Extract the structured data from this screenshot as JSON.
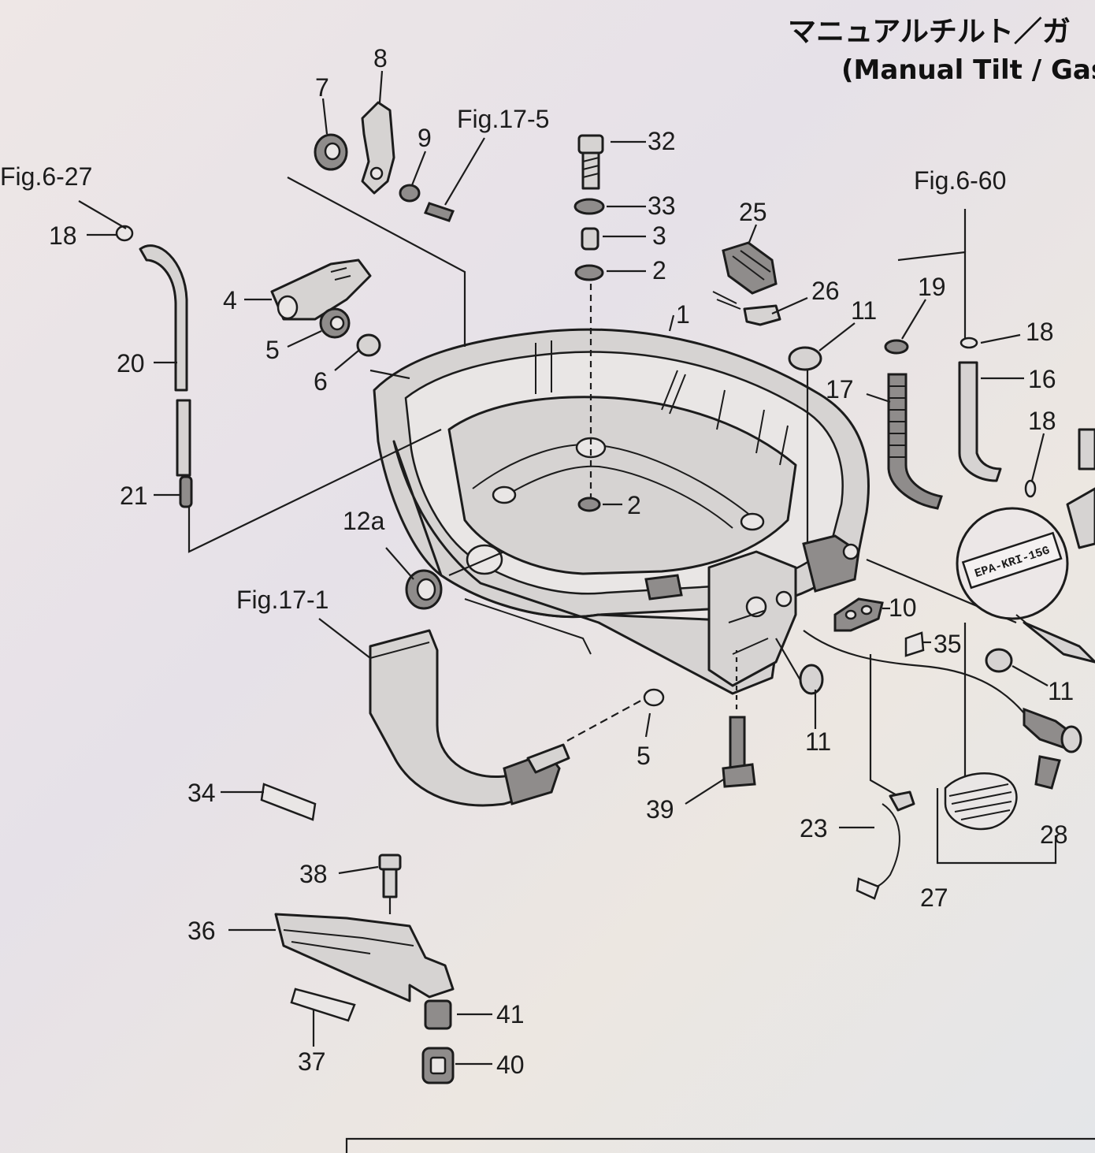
{
  "header": {
    "title_jp": "マニュアルチルト／ガ",
    "title_en": "(Manual Tilt / Gas"
  },
  "figure_refs": {
    "fig_17_5": "Fig.17-5",
    "fig_6_27": "Fig.6-27",
    "fig_6_60": "Fig.6-60",
    "fig_17_1": "Fig.17-1"
  },
  "emission_label": "EPA-KRI-15G",
  "callouts": {
    "c1": "1",
    "c2a": "2",
    "c2b": "2",
    "c3": "3",
    "c4": "4",
    "c5a": "5",
    "c5b": "5",
    "c6": "6",
    "c7": "7",
    "c8": "8",
    "c9": "9",
    "c10": "10",
    "c11a": "11",
    "c11b": "11",
    "c11c": "11",
    "c12a": "12a",
    "c16": "16",
    "c17": "17",
    "c18a": "18",
    "c18b": "18",
    "c18c": "18",
    "c19": "19",
    "c20": "20",
    "c21": "21",
    "c23": "23",
    "c25": "25",
    "c26": "26",
    "c27": "27",
    "c28": "28",
    "c32": "32",
    "c33": "33",
    "c34": "34",
    "c35": "35",
    "c36": "36",
    "c37": "37",
    "c38": "38",
    "c39": "39",
    "c40": "40",
    "c41": "41"
  }
}
